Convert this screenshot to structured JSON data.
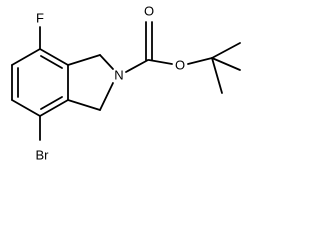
{
  "molecule": {
    "atoms": {
      "fluorine": "F",
      "bromine": "Br",
      "nitrogen": "N",
      "carbonyl_oxygen": "O",
      "ester_oxygen": "O"
    }
  }
}
